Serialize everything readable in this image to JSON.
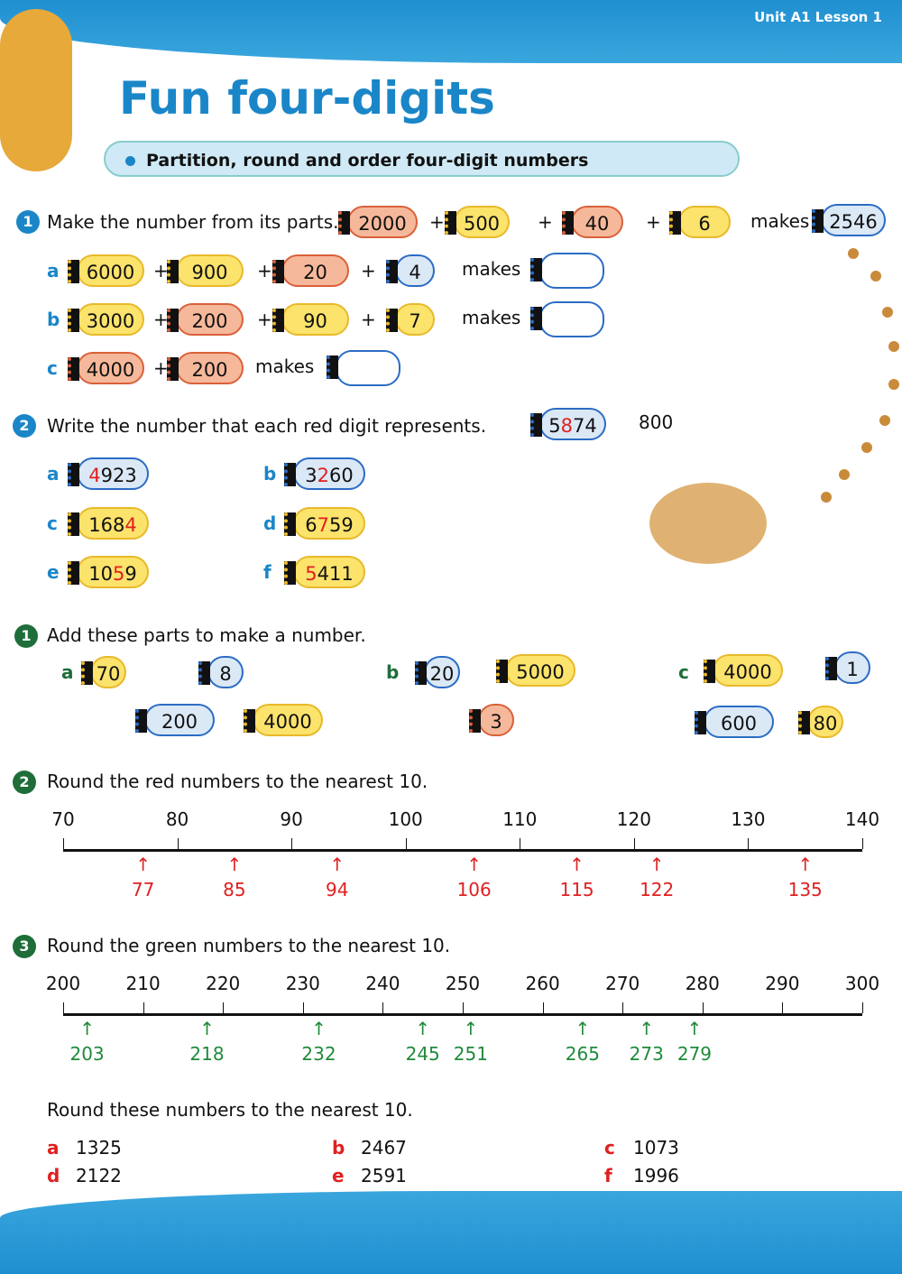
{
  "header": {
    "unit": "Unit A1 Lesson 1",
    "title": "Fun four-digits",
    "subtitle": "Partition, round and order four-digit numbers"
  },
  "q1": {
    "num": "1",
    "text": "Make the number from its parts.",
    "example": {
      "parts": [
        "2000",
        "500",
        "40",
        "6"
      ],
      "makes": "makes",
      "answer": "2546"
    },
    "rows": [
      {
        "letter": "a",
        "parts": [
          "6000",
          "900",
          "20",
          "4"
        ]
      },
      {
        "letter": "b",
        "parts": [
          "3000",
          "200",
          "90",
          "7"
        ]
      },
      {
        "letter": "c",
        "parts": [
          "4000",
          "200"
        ]
      }
    ],
    "plus": "+",
    "makes": "makes"
  },
  "q2": {
    "num": "2",
    "text": "Write the number that each red digit represents.",
    "example": {
      "number": "5874",
      "red_index": 1,
      "answer": "800"
    },
    "items": [
      {
        "letter": "a",
        "number": "4923",
        "red_index": 0
      },
      {
        "letter": "b",
        "number": "3260",
        "red_index": 1
      },
      {
        "letter": "c",
        "number": "1684",
        "red_index": 3
      },
      {
        "letter": "d",
        "number": "6759",
        "red_index": 1
      },
      {
        "letter": "e",
        "number": "1059",
        "red_index": 2
      },
      {
        "letter": "f",
        "number": "5411",
        "red_index": 0
      }
    ]
  },
  "q3": {
    "num": "1",
    "text": "Add these parts to make a number.",
    "groups": [
      {
        "letter": "a",
        "parts": [
          "70",
          "8",
          "200",
          "4000"
        ]
      },
      {
        "letter": "b",
        "parts": [
          "20",
          "5000",
          "3"
        ]
      },
      {
        "letter": "c",
        "parts": [
          "4000",
          "1",
          "600",
          "80"
        ]
      }
    ]
  },
  "q4": {
    "num": "2",
    "text": "Round the red numbers to the nearest 10.",
    "ticks": [
      70,
      80,
      90,
      100,
      110,
      120,
      130,
      140
    ],
    "points": [
      77,
      85,
      94,
      106,
      115,
      122,
      135
    ],
    "color": "#e02020"
  },
  "q5": {
    "num": "3",
    "text": "Round the green numbers to the nearest 10.",
    "ticks": [
      200,
      210,
      220,
      230,
      240,
      250,
      260,
      270,
      280,
      290,
      300
    ],
    "points": [
      203,
      218,
      232,
      245,
      251,
      265,
      273,
      279
    ],
    "color": "#1f8a3a"
  },
  "q6": {
    "text": "Round these numbers to the nearest 10.",
    "items": [
      {
        "letter": "a",
        "value": "1325"
      },
      {
        "letter": "b",
        "value": "2467"
      },
      {
        "letter": "c",
        "value": "1073"
      },
      {
        "letter": "d",
        "value": "2122"
      },
      {
        "letter": "e",
        "value": "2591"
      },
      {
        "letter": "f",
        "value": "1996"
      }
    ]
  },
  "colors": {
    "blue": "#1a86c8",
    "green": "#1f6e3a",
    "red": "#e02020"
  }
}
